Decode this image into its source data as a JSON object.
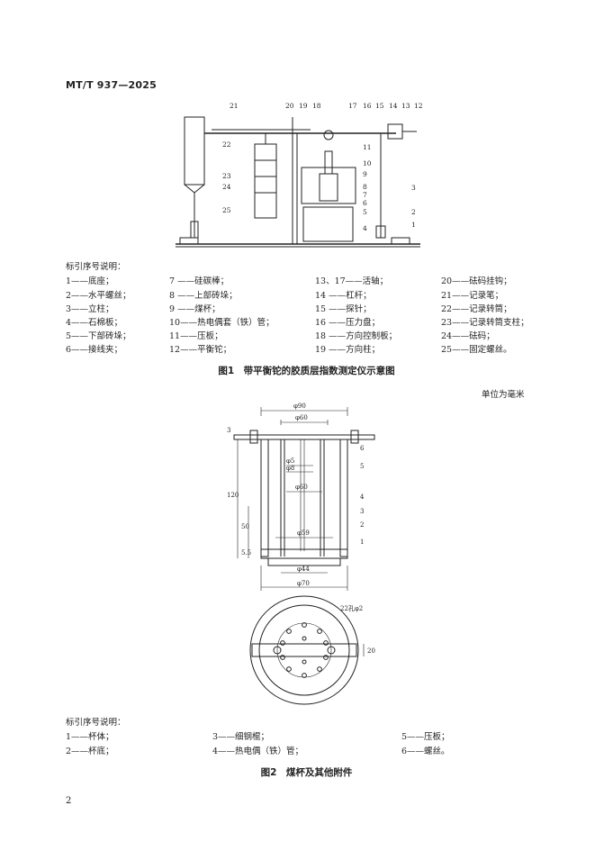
{
  "header": {
    "standard_code": "MT/T 937—2025"
  },
  "figure1": {
    "callouts": [
      "21",
      "20",
      "19",
      "18",
      "17",
      "16",
      "15",
      "14",
      "13",
      "12",
      "11",
      "10",
      "9",
      "8",
      "7",
      "6",
      "5",
      "4",
      "3",
      "2",
      "1",
      "22",
      "23",
      "24",
      "25"
    ],
    "legend_title": "标引序号说明：",
    "legend_items": [
      [
        "1——底座；",
        "7 ——硅碳棒；",
        "13、17——活轴；",
        "20——砝码挂钩；"
      ],
      [
        "2——水平螺丝；",
        "8 ——上部砖垛；",
        "14 ——杠杆；",
        "21——记录笔；"
      ],
      [
        "3——立柱；",
        "9 ——煤杯；",
        "15 ——探针；",
        "22——记录转筒；"
      ],
      [
        "4——石棉板；",
        "10——热电偶套（铁）管；",
        "16 ——压力盘；",
        "23——记录转筒支柱；"
      ],
      [
        "5——下部砖垛；",
        "11——压板；",
        "18 ——方向控制板；",
        "24——砝码；"
      ],
      [
        "6——接线夹；",
        "12——平衡铊；",
        "19 ——方向柱；",
        "25——固定螺丝。"
      ]
    ],
    "caption": "图1　带平衡铊的胶质层指数测定仪示意图"
  },
  "figure2": {
    "unit_note": "单位为毫米",
    "dimensions": [
      "φ90",
      "φ60",
      "3",
      "φ5",
      "φ8",
      "φ60",
      "120",
      "50",
      "5.5",
      "φ59",
      "φ44",
      "φ70",
      "22孔φ2",
      "20"
    ],
    "callouts": [
      "6",
      "5",
      "4",
      "3",
      "2",
      "1"
    ],
    "legend_title": "标引序号说明：",
    "legend_items": [
      [
        "1——杯体；",
        "3——细钢棍；",
        "5——压板；"
      ],
      [
        "2——杯底；",
        "4——热电偶（铁）管；",
        "6——螺丝。"
      ]
    ],
    "caption": "图2　煤杯及其他附件"
  },
  "page": {
    "number": "2"
  }
}
